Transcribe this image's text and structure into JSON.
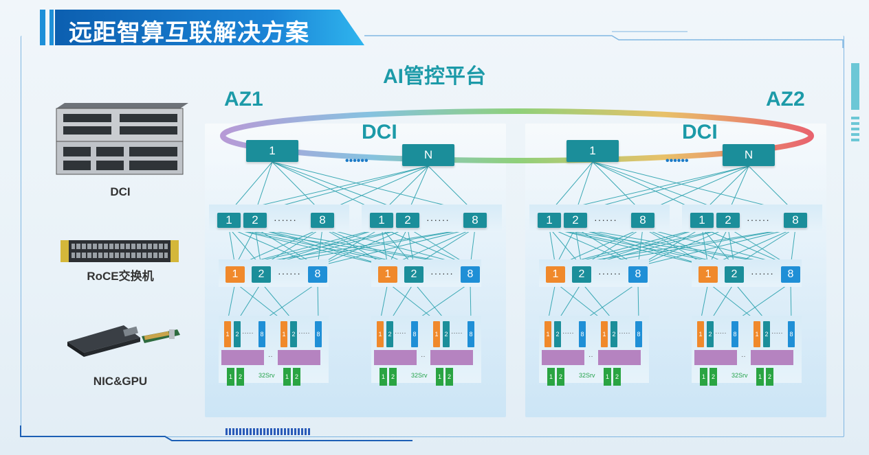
{
  "header": {
    "title": "远距智算互联解决方案"
  },
  "platform_label": "AI管控平台",
  "zones": [
    {
      "name": "AZ1",
      "dci": "DCI",
      "core_nodes": [
        "1",
        "N"
      ]
    },
    {
      "name": "AZ2",
      "dci": "DCI",
      "core_nodes": [
        "1",
        "N"
      ]
    }
  ],
  "spine": {
    "labels": [
      "1",
      "2",
      "8"
    ],
    "ellipsis": "······"
  },
  "leaf": {
    "labels": [
      "1",
      "2",
      "8"
    ],
    "ellipsis": "······"
  },
  "gpu": {
    "labels": [
      "1",
      "2",
      "8"
    ],
    "ellipsis": "·····"
  },
  "servers": {
    "labels": [
      "1",
      "2"
    ],
    "group_label": "32Srv",
    "ellipsis": "··"
  },
  "core_ellipsis": "••••••",
  "legend": [
    {
      "label": "DCI",
      "icon": "dci-chassis-icon"
    },
    {
      "label": "RoCE交换机",
      "icon": "roce-switch-icon"
    },
    {
      "label": "NIC&GPU",
      "icon": "nic-gpu-card-icon"
    }
  ],
  "colors": {
    "core": "#1b8e9a",
    "orange": "#f0892b",
    "blue": "#1f8fd6",
    "nic": "#b583c0",
    "server": "#2aa442",
    "title_bg": "#1b84d6"
  }
}
